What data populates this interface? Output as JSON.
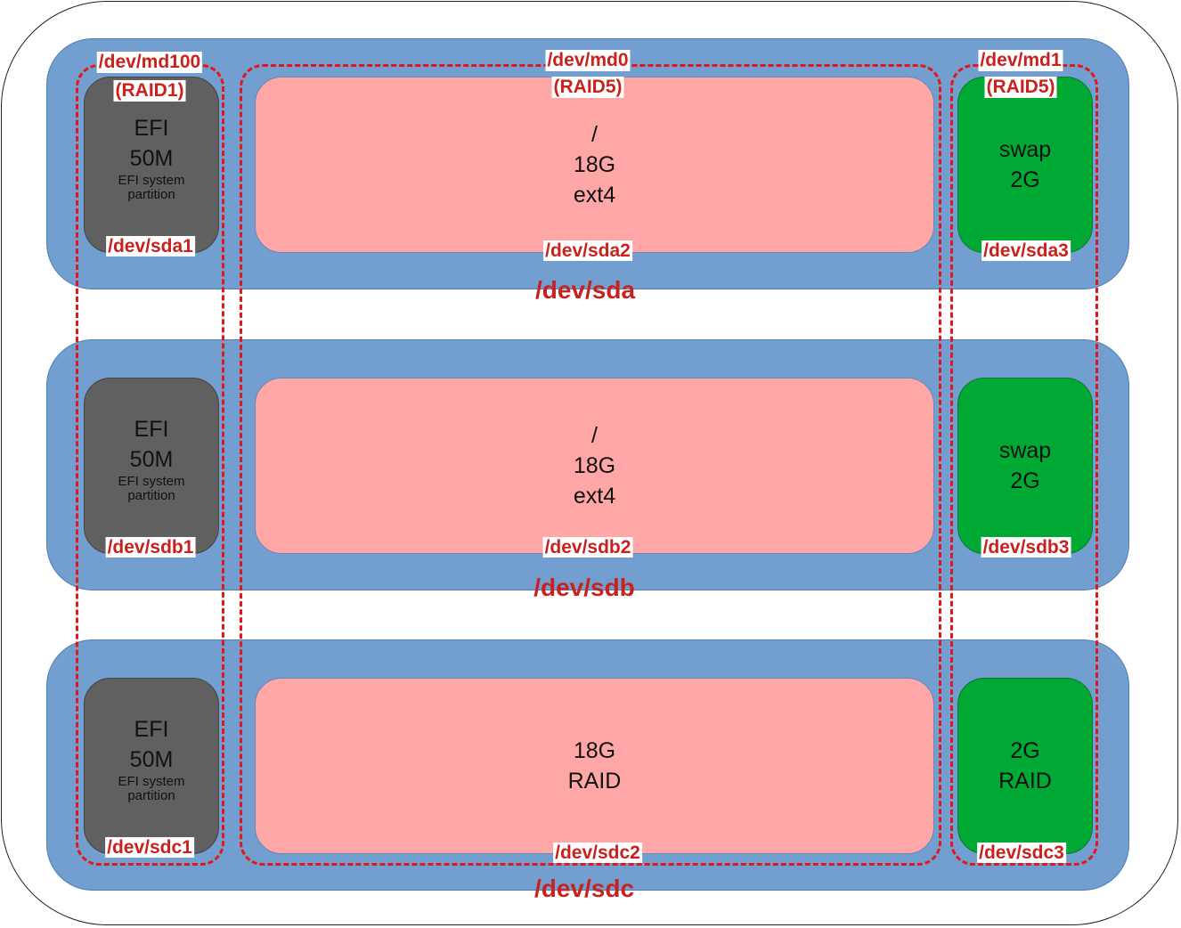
{
  "disks": [
    {
      "name": "/dev/sda",
      "efi": {
        "line1": "EFI",
        "line2": "50M",
        "desc1": "EFI system",
        "desc2": "partition",
        "dev": "/dev/sda1"
      },
      "main": {
        "line1": "/",
        "line2": "18G",
        "line3": "ext4",
        "dev": "/dev/sda2"
      },
      "swap": {
        "line1": "swap",
        "line2": "2G",
        "dev": "/dev/sda3"
      }
    },
    {
      "name": "/dev/sdb",
      "efi": {
        "line1": "EFI",
        "line2": "50M",
        "desc1": "EFI system",
        "desc2": "partition",
        "dev": "/dev/sdb1"
      },
      "main": {
        "line1": "/",
        "line2": "18G",
        "line3": "ext4",
        "dev": "/dev/sdb2"
      },
      "swap": {
        "line1": "swap",
        "line2": "2G",
        "dev": "/dev/sdb3"
      }
    },
    {
      "name": "/dev/sdc",
      "efi": {
        "line1": "EFI",
        "line2": "50M",
        "desc1": "EFI system",
        "desc2": "partition",
        "dev": "/dev/sdc1"
      },
      "main": {
        "line1": "18G",
        "line2": "RAID",
        "line3": "",
        "dev": "/dev/sdc2"
      },
      "swap": {
        "line1": "2G",
        "line2": "RAID",
        "dev": "/dev/sdc3"
      }
    }
  ],
  "arrays": [
    {
      "name": "/dev/md100",
      "level": "(RAID1)"
    },
    {
      "name": "/dev/md0",
      "level": "(RAID5)"
    },
    {
      "name": "/dev/md1",
      "level": "(RAID5)"
    }
  ],
  "colors": {
    "disk": "#729fcf",
    "efi": "#606060",
    "root": "#ffa6a6",
    "swap": "#00a933",
    "raid_outline": "#e3171b",
    "label_text": "#c9211e"
  }
}
